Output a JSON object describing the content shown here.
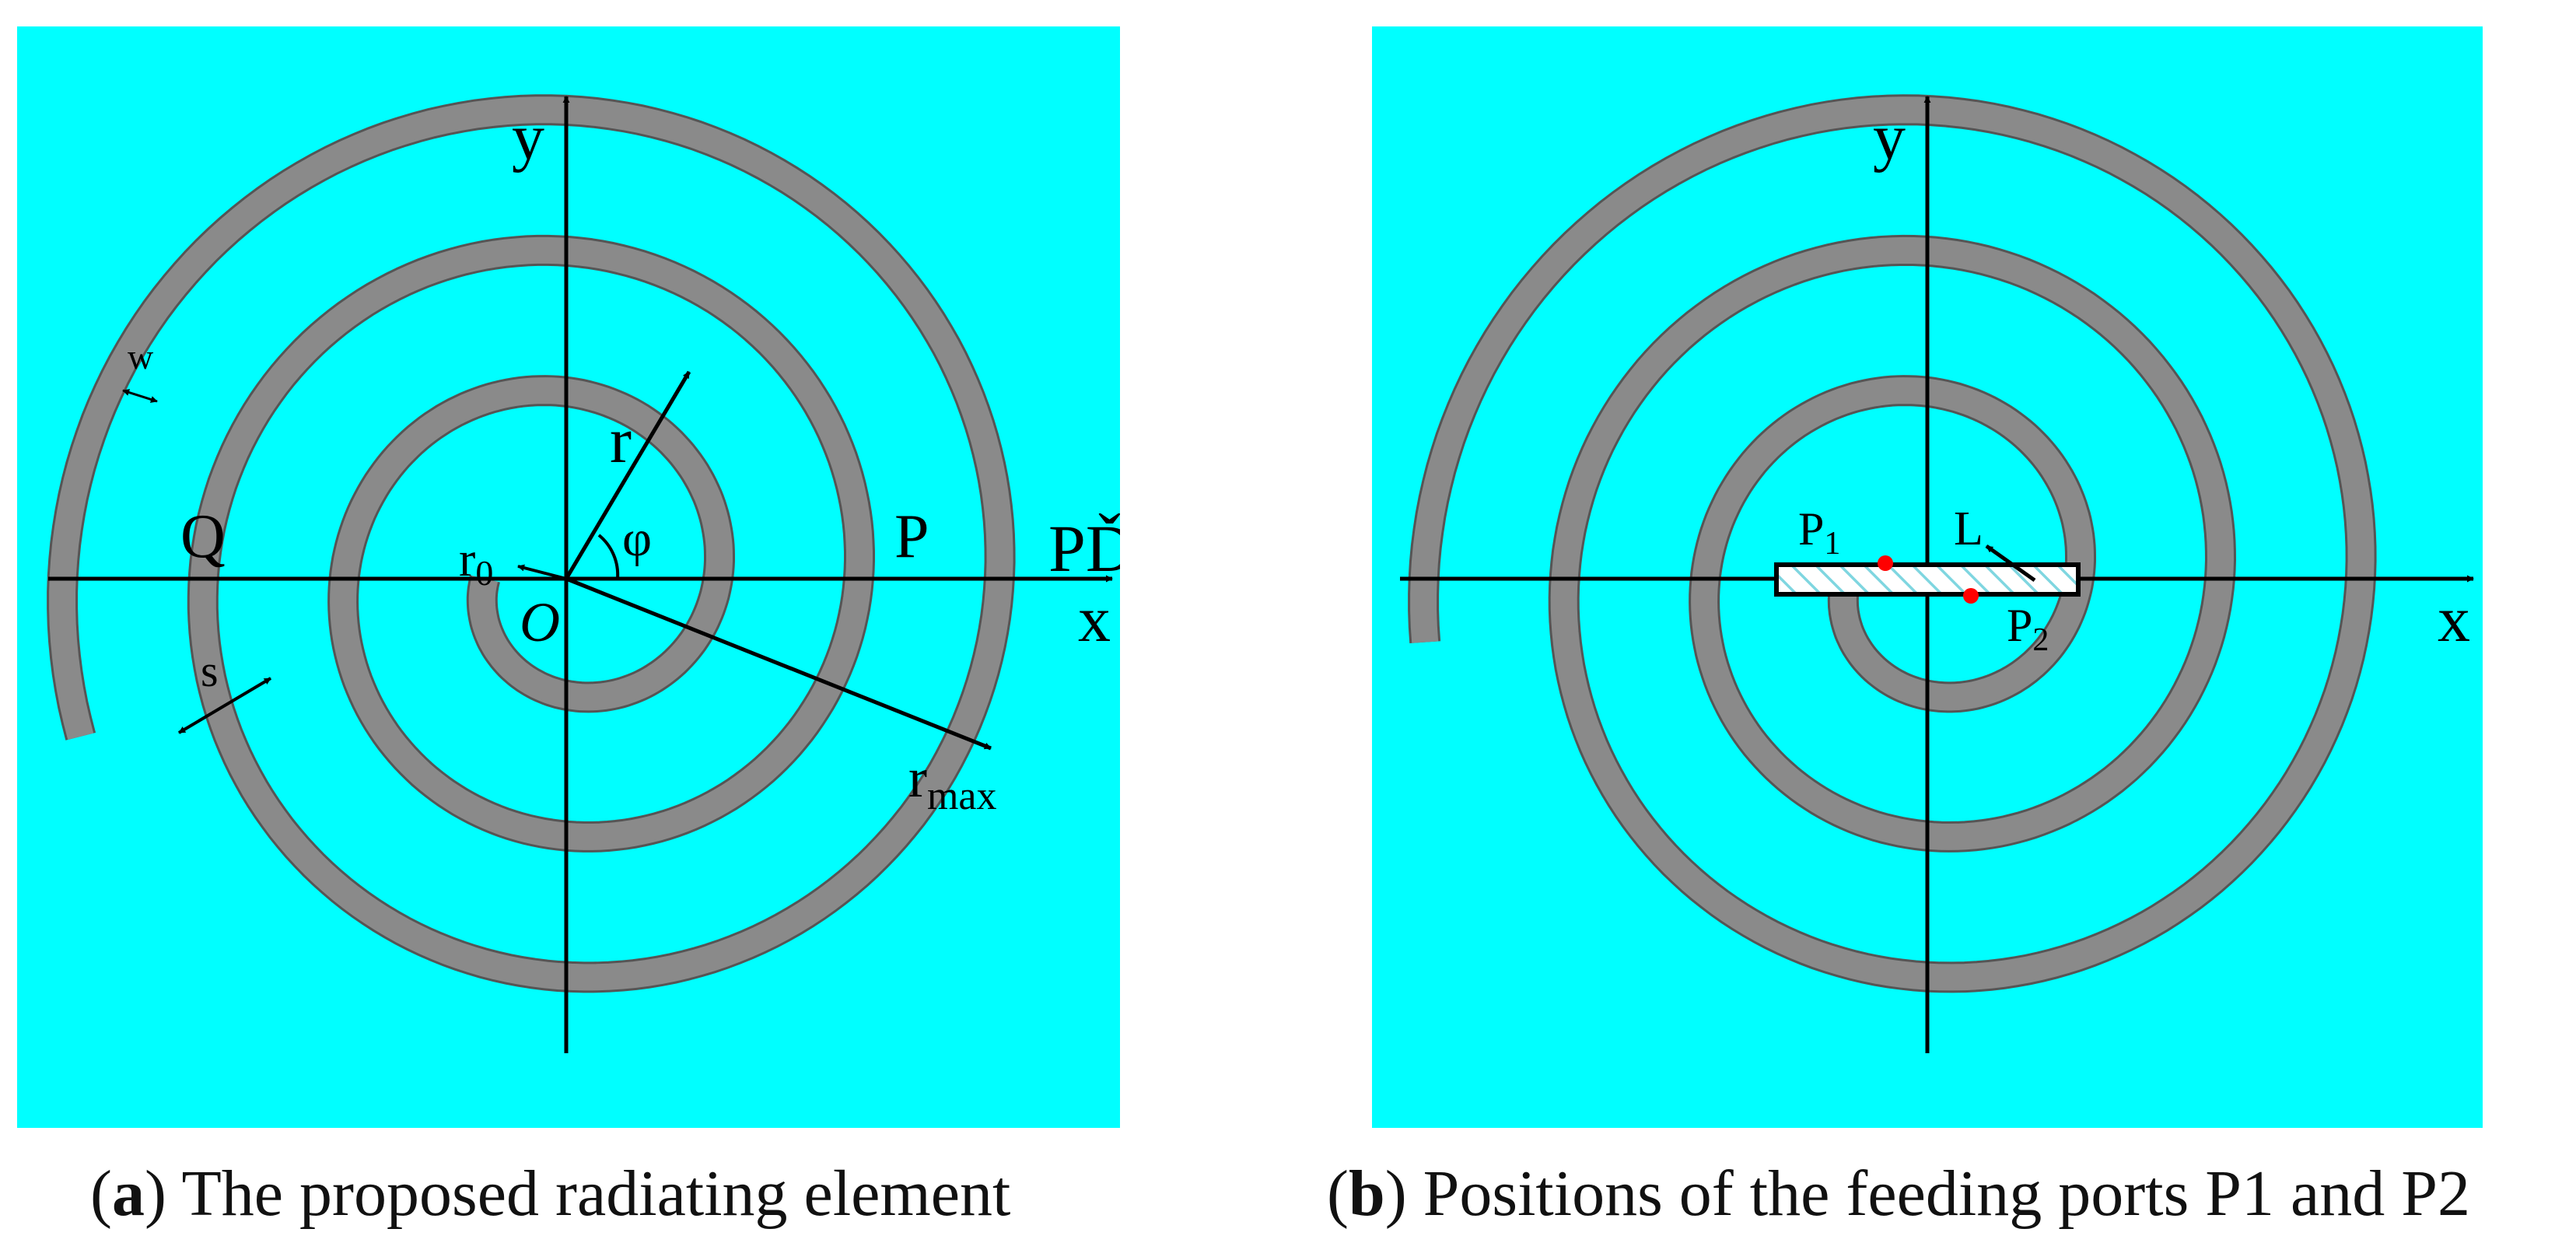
{
  "colors": {
    "substrate": "#00ffff",
    "arm": "#8a8a8a",
    "arm_edge": "#555555",
    "port": "#ff0000",
    "port_label": "#ff0000",
    "axis": "#000000"
  },
  "panel_a": {
    "labels": {
      "y": "y",
      "x": "x",
      "origin": "O",
      "r": "r",
      "phi": "φ",
      "r0_main": "r",
      "r0_sub": "0",
      "rmax_main": "r",
      "rmax_sub": "max",
      "Q": "Q",
      "P": "P",
      "P_prime": "PĎ",
      "s": "s",
      "w": "w"
    },
    "caption": {
      "open": "(",
      "letter": "a",
      "text": ") The proposed radiating element"
    }
  },
  "panel_b": {
    "labels": {
      "y": "y",
      "x": "x",
      "L": "L",
      "p1_main": "P",
      "p1_sub": "1",
      "p2_main": "P",
      "p2_sub": "2"
    },
    "caption": {
      "open": "(",
      "letter": "b",
      "text": ") Positions of the feeding ports P1 and P2"
    }
  }
}
